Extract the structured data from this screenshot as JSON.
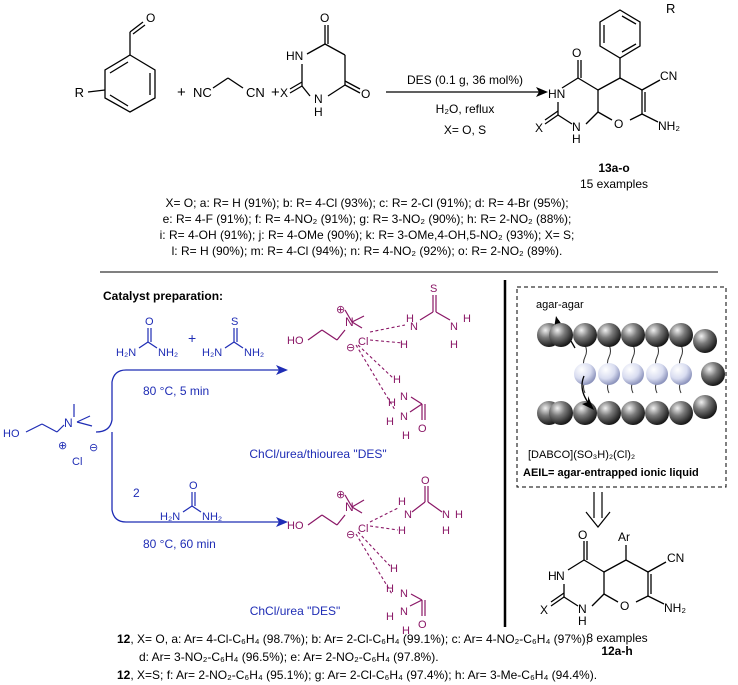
{
  "top_reaction": {
    "reagents_above": "DES (0.1 g, 36 mol%)",
    "reagents_mid": "H₂O, reflux",
    "reagents_below": "X= O, S",
    "plus": "+",
    "nc_group": "NC",
    "cn_group": "CN",
    "r_label": "R",
    "x_label": "X",
    "product_label": "13a-o",
    "product_count": "15 examples",
    "nh": "NH",
    "hn": "HN",
    "h": "H",
    "nh2": "NH₂",
    "o": "O",
    "cn": "CN",
    "n": "N"
  },
  "examples_lines": [
    "X= O; a: R= H (91%); b: R= 4-Cl (93%); c: R= 2-Cl (91%); d: R= 4-Br (95%);",
    "e: R= 4-F (91%); f: R= 4-NO₂ (91%); g: R= 3-NO₂ (90%); h: R= 2-NO₂ (88%);",
    "i: R= 4-OH (91%); j: R= 4-OMe (90%); k: R= 3-OMe,4-OH,5-NO₂ (93%); X= S;",
    "l: R= H (90%); m: R= 4-Cl (94%); n: R= 4-NO₂ (92%); o: R= 2-NO₂ (89%)."
  ],
  "catalyst": {
    "title": "Catalyst preparation:",
    "cond1": "80 °C, 5 min",
    "cond2": "80 °C, 60 min",
    "coeff": "2",
    "plus": "+",
    "des1_label": "ChCl/urea/thiourea \"DES\"",
    "des2_label": "ChCl/urea \"DES\"",
    "ho": "HO",
    "cl": "Cl",
    "n": "N",
    "h2n": "H₂N",
    "nh2": "NH₂",
    "o": "O",
    "s": "S",
    "h": "H",
    "plus_charge": "⊕",
    "minus_charge": "⊖"
  },
  "aeil": {
    "agar_label": "agar-agar",
    "ionic_label": "[DABCO](SO₃H)₂(Cl)₂",
    "title": "AEIL= agar-entrapped ionic liquid",
    "product_label": "12a-h",
    "product_count": "8 examples",
    "ar": "Ar",
    "cn": "CN",
    "nh2": "NH₂",
    "x": "X",
    "o": "O",
    "n": "N",
    "h": "H"
  },
  "footer_lines": [
    {
      "bold": "12",
      "text": ", X= O, a: Ar= 4-Cl-C₆H₄ (98.7%); b: Ar= 2-Cl-C₆H₄ (99.1%); c: Ar= 4-NO₂-C₆H₄ (97%);"
    },
    {
      "bold": "",
      "text": "d: Ar= 3-NO₂-C₆H₄ (96.5%); e: Ar= 2-NO₂-C₆H₄ (97.8%)."
    },
    {
      "bold": "12",
      "text": ", X=S; f: Ar= 2-NO₂-C₆H₄ (95.1%); g: Ar= 2-Cl-C₆H₄ (97.4%); h: Ar= 3-Me-C₆H₄ (94.4%)."
    }
  ]
}
